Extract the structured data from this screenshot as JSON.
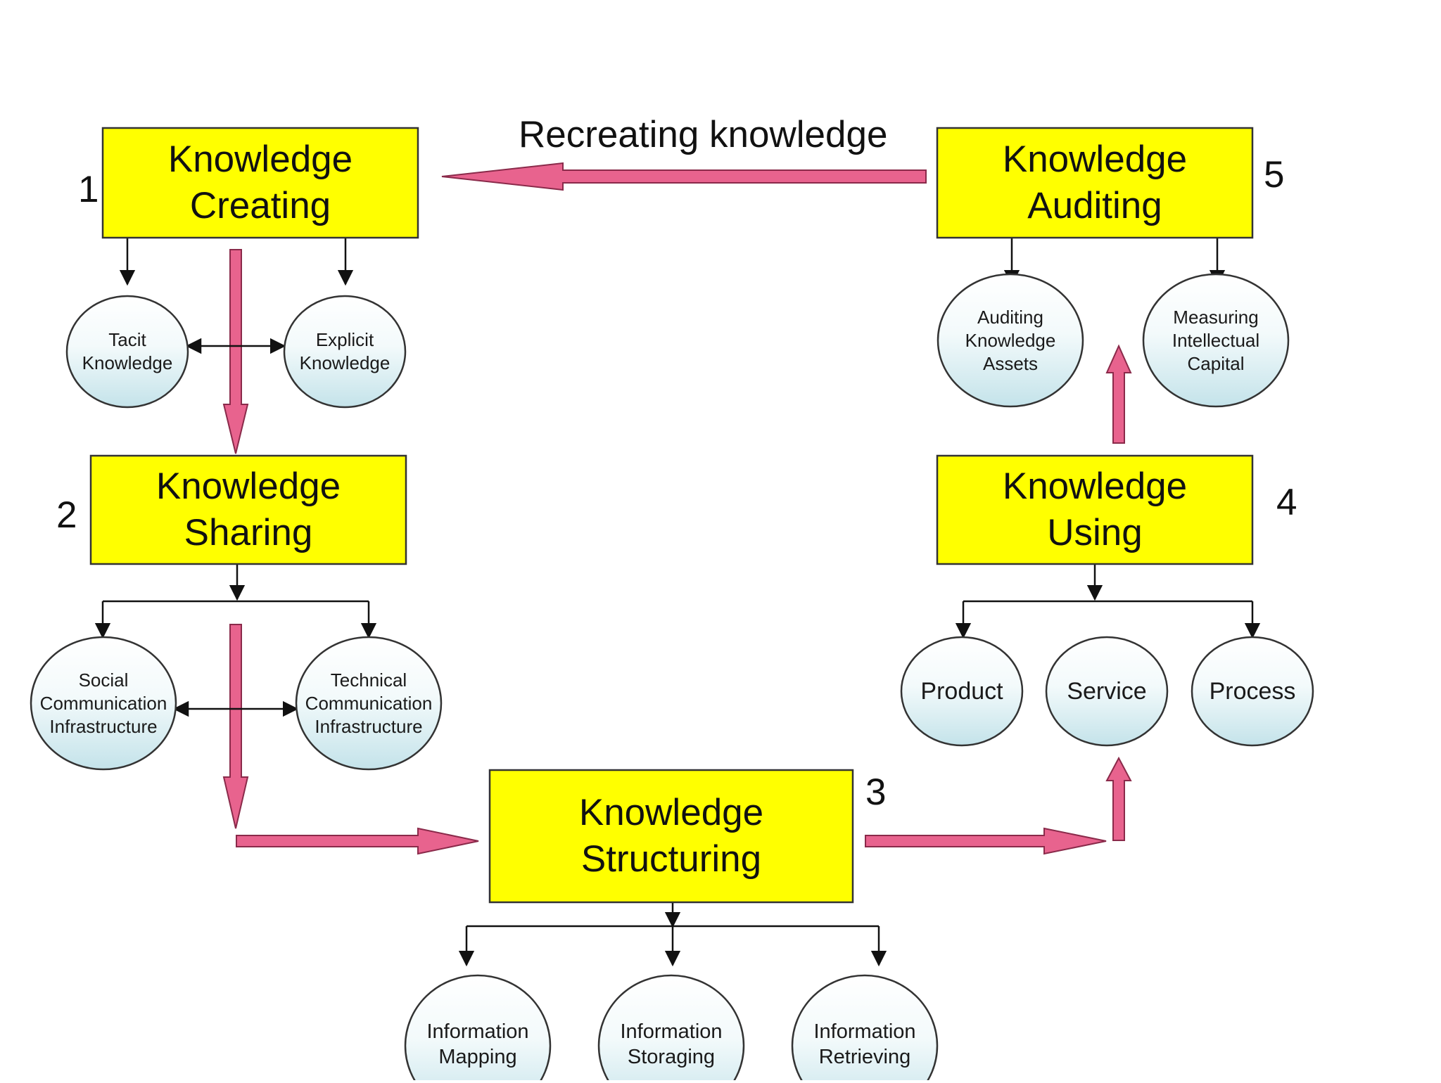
{
  "recreating_label": "Recreating knowledge",
  "stages": {
    "creating": {
      "number": "1",
      "label": "Knowledge\nCreating"
    },
    "sharing": {
      "number": "2",
      "label": "Knowledge\nSharing"
    },
    "structuring": {
      "number": "3",
      "label": "Knowledge\nStructuring"
    },
    "using": {
      "number": "4",
      "label": "Knowledge\nUsing"
    },
    "auditing": {
      "number": "5",
      "label": "Knowledge\nAuditing"
    }
  },
  "nodes": {
    "tacit": "Tacit\nKnowledge",
    "explicit": "Explicit\nKnowledge",
    "social": "Social\nCommunication\nInfrastructure",
    "technical": "Technical\nCommunication\nInfrastructure",
    "mapping": "Information\nMapping",
    "storaging": "Information\nStoraging",
    "retrieving": "Information\nRetrieving",
    "product": "Product",
    "service": "Service",
    "process": "Process",
    "auditing_assets": "Auditing\nKnowledge\nAssets",
    "measuring": "Measuring\nIntellectual\nCapital"
  },
  "colors": {
    "box_fill": "#FFFF00",
    "box_border": "#333333",
    "flow_arrow": "#E8638E",
    "circle_top": "#FFFFFF",
    "circle_bottom": "#C9E6EC"
  }
}
